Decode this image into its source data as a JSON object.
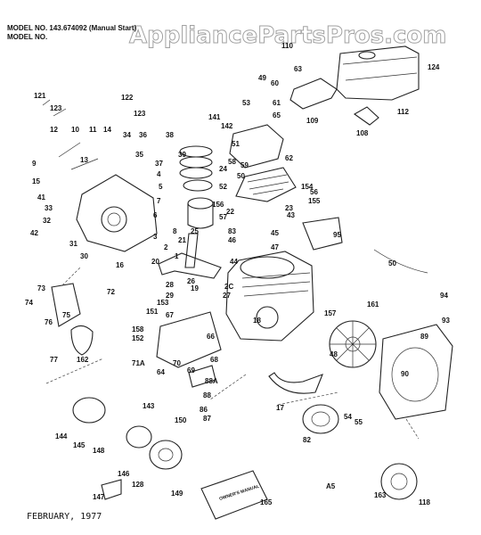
{
  "header": {
    "model_line_1": "MODEL NO. 143.674092 (Manual Start)",
    "model_line_2": "MODEL NO."
  },
  "watermark": "AppliancePartsPros.com",
  "footer_date": "FEBRUARY, 1977",
  "page_code": "A5",
  "manual_label": "OWNER'S MANUAL",
  "part_labels": [
    "121",
    "123",
    "122",
    "123",
    "12",
    "10",
    "11",
    "14",
    "34",
    "36",
    "38",
    "9",
    "13",
    "15",
    "35",
    "37",
    "39",
    "41",
    "33",
    "32",
    "42",
    "31",
    "30",
    "4",
    "5",
    "6",
    "7",
    "8",
    "3",
    "2",
    "1",
    "16",
    "110",
    "63",
    "49",
    "60",
    "124",
    "53",
    "61",
    "109",
    "112",
    "141",
    "142",
    "65",
    "108",
    "51",
    "58",
    "59",
    "62",
    "24",
    "50",
    "52",
    "56",
    "155",
    "154",
    "156",
    "22",
    "23",
    "57",
    "43",
    "83",
    "45",
    "46",
    "47",
    "44",
    "20",
    "25",
    "21",
    "26",
    "28",
    "29",
    "19",
    "18",
    "27",
    "2C",
    "95",
    "50",
    "72",
    "73",
    "74",
    "76",
    "75",
    "153",
    "151",
    "94",
    "93",
    "157",
    "161",
    "89",
    "158",
    "67",
    "77",
    "152",
    "162",
    "64",
    "70",
    "69",
    "66",
    "68",
    "48",
    "71A",
    "88A",
    "88",
    "86",
    "87",
    "17",
    "90",
    "143",
    "150",
    "144",
    "145",
    "54",
    "55",
    "82",
    "148",
    "146",
    "147",
    "128",
    "149",
    "165",
    "163",
    "118"
  ],
  "colors": {
    "line": "#222222",
    "background": "#ffffff"
  }
}
